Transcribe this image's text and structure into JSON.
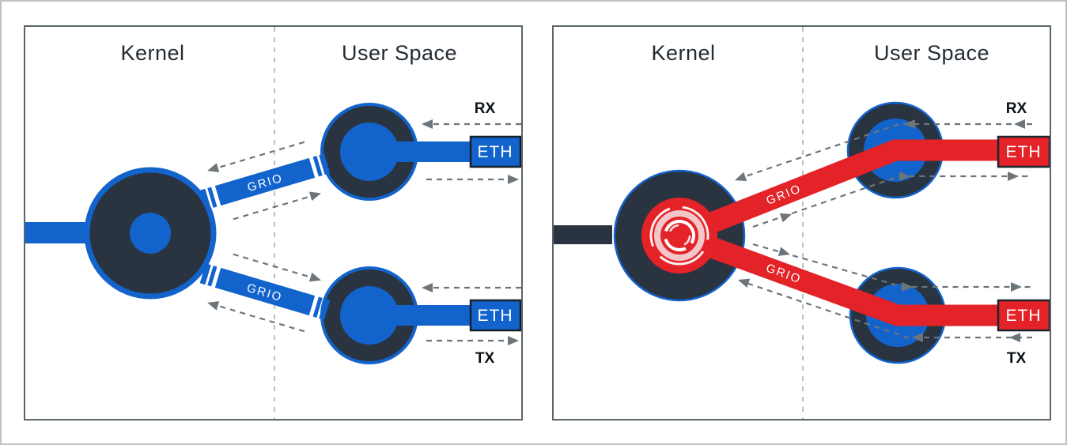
{
  "diagram": {
    "left_panel": {
      "kernel_title": "Kernel",
      "user_title": "User Space",
      "rx_label": "RX",
      "tx_label": "TX",
      "eth_top": "ETH",
      "eth_bottom": "ETH",
      "grio_top": "GRIO",
      "grio_bottom": "GRIO",
      "accent_color": "#1263cc"
    },
    "right_panel": {
      "kernel_title": "Kernel",
      "user_title": "User Space",
      "rx_label": "RX",
      "tx_label": "TX",
      "eth_top": "ETH",
      "eth_bottom": "ETH",
      "grio_top": "GRIO",
      "grio_bottom": "GRIO",
      "accent_color": "#e32328"
    },
    "colors": {
      "blue": "#1263cc",
      "red": "#e32328",
      "dark_navy": "#2a3340",
      "arrow_gray": "#6d757a",
      "panel_border": "#5a6569",
      "vortex_pink": "#f4c6ca"
    }
  }
}
